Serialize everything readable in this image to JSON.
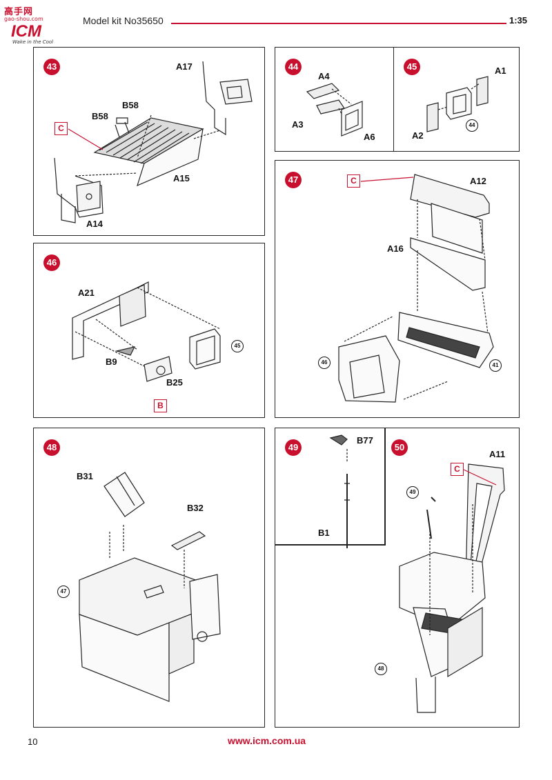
{
  "header": {
    "logo_watermark": "高手网",
    "logo_watermark_url": "gao-shou.com",
    "logo_brand": "ICM",
    "logo_tagline": "Wake in the Cool",
    "title": "Model kit No35650",
    "scale": "1:35"
  },
  "steps": {
    "s43": {
      "number": "43",
      "parts": {
        "a17": "A17",
        "b58_left": "B58",
        "b58_right": "B58",
        "a15": "A15",
        "a14": "A14"
      },
      "callout": "C"
    },
    "s44": {
      "number": "44",
      "parts": {
        "a4": "A4",
        "a3": "A3",
        "a6": "A6"
      }
    },
    "s45": {
      "number": "45",
      "parts": {
        "a1": "A1",
        "a2": "A2"
      },
      "ref": "44"
    },
    "s46": {
      "number": "46",
      "parts": {
        "a21": "A21",
        "b9": "B9",
        "b25": "B25"
      },
      "callout": "B",
      "ref": "45"
    },
    "s47": {
      "number": "47",
      "parts": {
        "a12": "A12",
        "a16": "A16"
      },
      "callout": "C",
      "ref_left": "46",
      "ref_right": "41"
    },
    "s48": {
      "number": "48",
      "parts": {
        "b31": "B31",
        "b32": "B32"
      },
      "ref": "47"
    },
    "s49": {
      "number": "49",
      "parts": {
        "b77": "B77",
        "b1": "B1"
      }
    },
    "s50": {
      "number": "50",
      "parts": {
        "a11": "A11"
      },
      "callout": "C",
      "ref_top": "49",
      "ref_bottom": "48"
    }
  },
  "footer": {
    "page_number": "10",
    "website": "www.icm.com.ua"
  },
  "colors": {
    "accent": "#c8102e",
    "line": "#222222"
  }
}
